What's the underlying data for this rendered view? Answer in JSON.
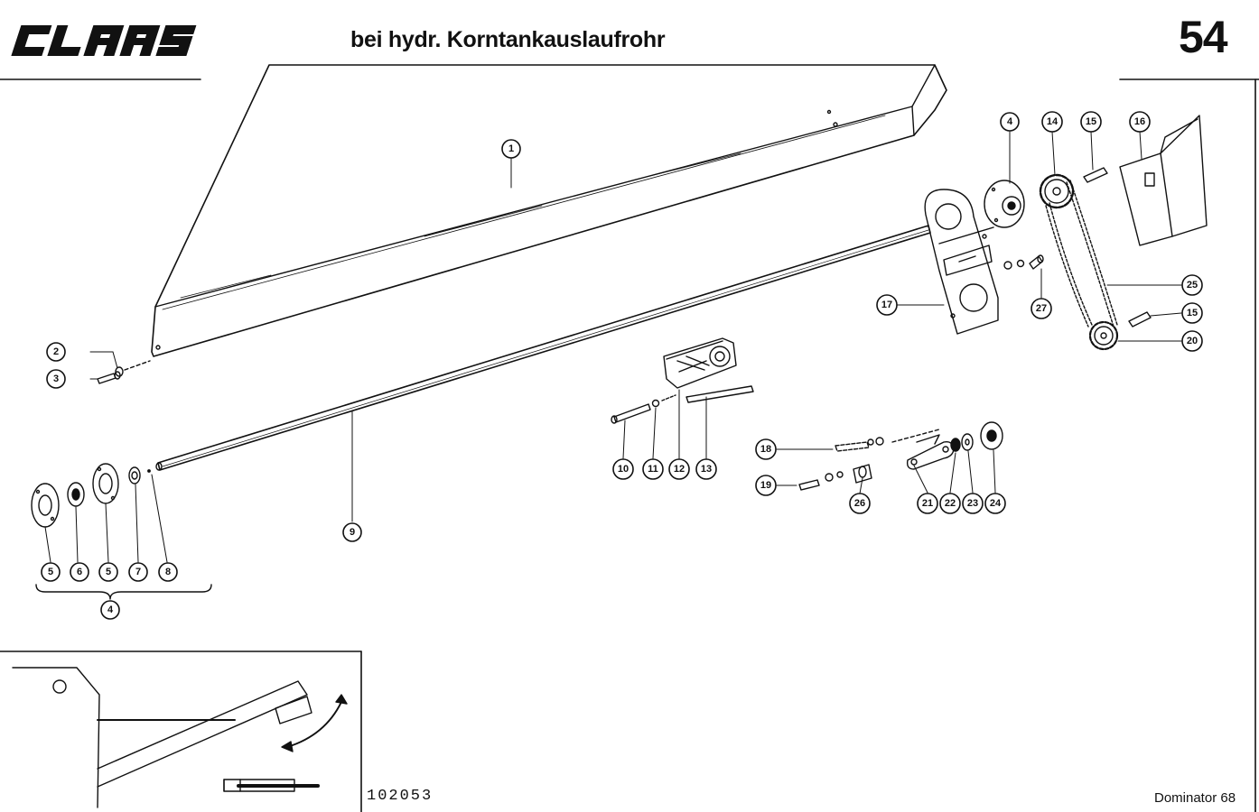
{
  "header": {
    "brand": "CLAAS",
    "title": "bei hydr. Korntankauslaufrohr",
    "page_number": "54"
  },
  "footer": {
    "document_number": "102053",
    "model": "Dominator 68"
  },
  "callouts": [
    {
      "id": "c1",
      "label": "1"
    },
    {
      "id": "c2",
      "label": "2"
    },
    {
      "id": "c3",
      "label": "3"
    },
    {
      "id": "c4a",
      "label": "4"
    },
    {
      "id": "c4b",
      "label": "4"
    },
    {
      "id": "c5a",
      "label": "5"
    },
    {
      "id": "c5b",
      "label": "5"
    },
    {
      "id": "c6",
      "label": "6"
    },
    {
      "id": "c7",
      "label": "7"
    },
    {
      "id": "c8",
      "label": "8"
    },
    {
      "id": "c9",
      "label": "9"
    },
    {
      "id": "c10",
      "label": "10"
    },
    {
      "id": "c11",
      "label": "11"
    },
    {
      "id": "c12",
      "label": "12"
    },
    {
      "id": "c13",
      "label": "13"
    },
    {
      "id": "c14",
      "label": "14"
    },
    {
      "id": "c15a",
      "label": "15"
    },
    {
      "id": "c15b",
      "label": "15"
    },
    {
      "id": "c16",
      "label": "16"
    },
    {
      "id": "c17",
      "label": "17"
    },
    {
      "id": "c18",
      "label": "18"
    },
    {
      "id": "c19",
      "label": "19"
    },
    {
      "id": "c20",
      "label": "20"
    },
    {
      "id": "c21",
      "label": "21"
    },
    {
      "id": "c22",
      "label": "22"
    },
    {
      "id": "c23",
      "label": "23"
    },
    {
      "id": "c24",
      "label": "24"
    },
    {
      "id": "c25",
      "label": "25"
    },
    {
      "id": "c26",
      "label": "26"
    },
    {
      "id": "c27",
      "label": "27"
    }
  ]
}
